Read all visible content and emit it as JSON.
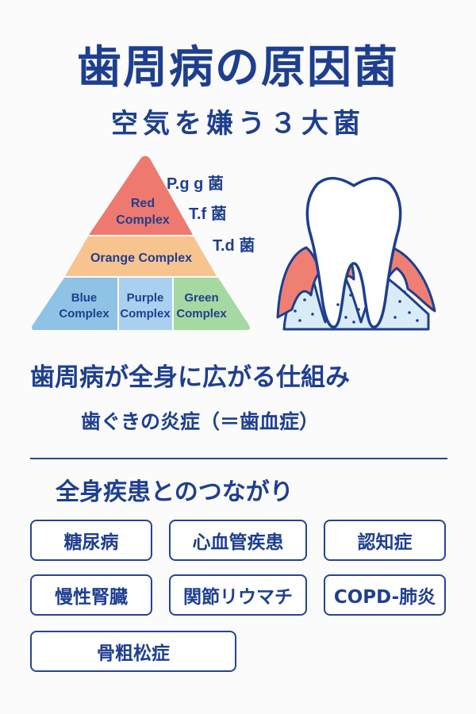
{
  "title": "歯周病の原因菌",
  "subtitle": "空気を嫌う３大菌",
  "pyramid": {
    "red": [
      "Red",
      "Complex"
    ],
    "orange": "Orange Complex",
    "blue": [
      "Blue",
      "Complex"
    ],
    "purple": [
      "Purple",
      "Complex"
    ],
    "green": [
      "Green",
      "Complex"
    ],
    "bacteria": [
      "P.g g 菌",
      "T.f 菌",
      "T.d 菌"
    ]
  },
  "section1": {
    "heading": "歯周病が全身に広がる仕組み",
    "sub": "歯ぐきの炎症（＝歯血症）"
  },
  "section2": {
    "heading": "全身疾患とのつながり",
    "diseases": [
      "糖尿病",
      "心血管疾患",
      "認知症",
      "慢性腎臓",
      "関節リウマチ",
      "COPD-肺炎",
      "骨粗松症"
    ]
  },
  "colors": {
    "navy": "#1e3f8f",
    "red": "#ee7a6f",
    "orange": "#f7c48f",
    "blue": "#8ec3e6",
    "purple": "#a9d1ef",
    "green": "#a6d8a1"
  }
}
